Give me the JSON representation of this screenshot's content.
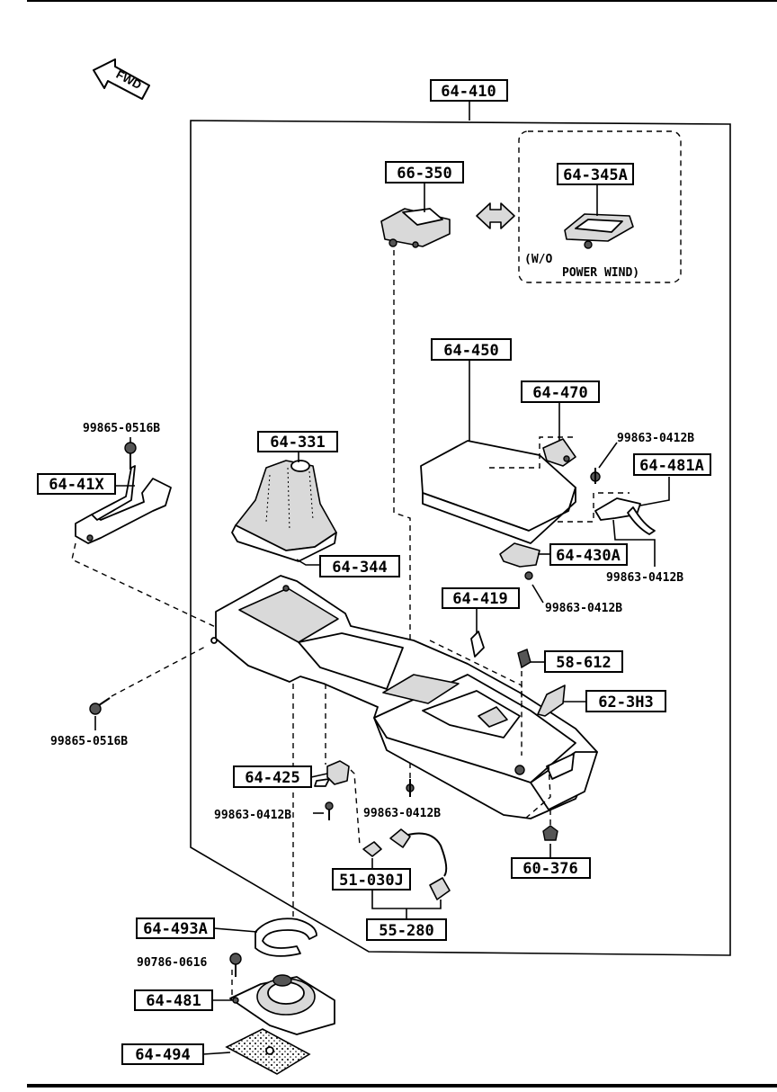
{
  "fwd_label": "FWD",
  "note": {
    "line1": "(W/O",
    "line2": "POWER WIND)"
  },
  "callouts": {
    "c64_410": "64-410",
    "c66_350": "66-350",
    "c64_345A": "64-345A",
    "c64_450": "64-450",
    "c64_470": "64-470",
    "c64_481A": "64-481A",
    "c64_331": "64-331",
    "c64_41X": "64-41X",
    "c64_344": "64-344",
    "c64_430A": "64-430A",
    "c64_419": "64-419",
    "c58_612": "58-612",
    "c62_3H3": "62-3H3",
    "c64_425": "64-425",
    "c51_030J": "51-030J",
    "c55_280": "55-280",
    "c60_376": "60-376",
    "c64_493A": "64-493A",
    "c64_481": "64-481",
    "c64_494": "64-494"
  },
  "part_numbers": {
    "p1": "99865-0516B",
    "p2": "99863-0412B",
    "p3": "99863-0412B",
    "p4": "99863-0412B",
    "p5": "99865-0516B",
    "p6": "99863-0412B",
    "p7": "99863-0412B",
    "p8": "90786-0616"
  }
}
